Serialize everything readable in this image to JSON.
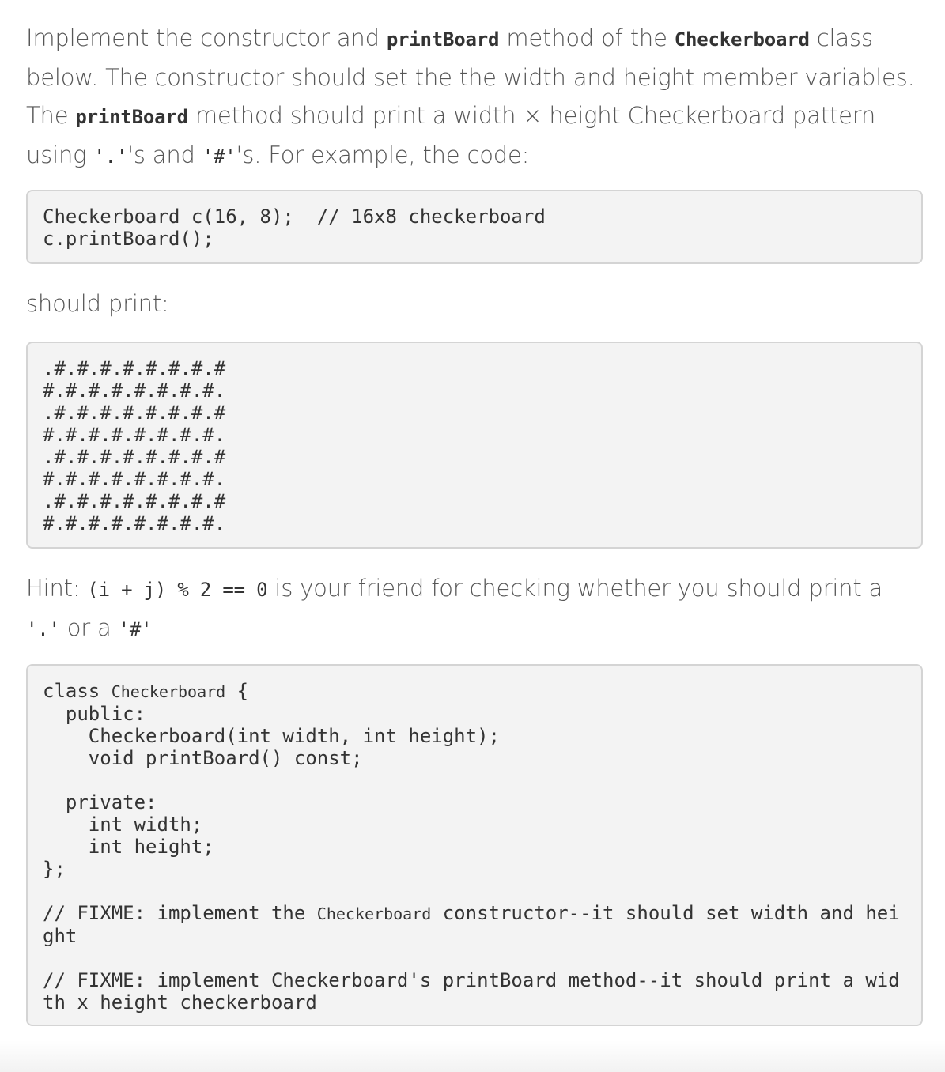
{
  "intro": {
    "t1": "Implement the constructor and ",
    "c1": "printBoard",
    "t2": " method of the ",
    "c2": "Checkerboard",
    "t3": " class below. The constructor should set the the width and height member variables. The ",
    "c3": "printBoard",
    "t4": " method should print a width × height Checkerboard pattern using ",
    "c4": "'.'",
    "t5": "'s and ",
    "c5": "'#'",
    "t6": "'s. For example, the code:"
  },
  "example_code": {
    "line1": "Checkerboard c(16, 8);  // 16x8 checkerboard",
    "line2": "c.printBoard();"
  },
  "should_print": "should print:",
  "output_lines": [
    ".#.#.#.#.#.#.#.#",
    "#.#.#.#.#.#.#.#.",
    ".#.#.#.#.#.#.#.#",
    "#.#.#.#.#.#.#.#.",
    ".#.#.#.#.#.#.#.#",
    "#.#.#.#.#.#.#.#.",
    ".#.#.#.#.#.#.#.#",
    "#.#.#.#.#.#.#.#."
  ],
  "hint": {
    "t1": "Hint: ",
    "c1": "(i + j) % 2 == 0",
    "t2": " is your friend for checking whether you should print a ",
    "c2": "'.'",
    "t3": " or a ",
    "c3": "'#'"
  },
  "class_code": {
    "l1a": "class ",
    "l1b": "Checkerboard",
    "l1c": " {",
    "l2": "  public:",
    "l3": "    Checkerboard(int width, int height);",
    "l4": "    void printBoard() const;",
    "l5": "",
    "l6": "  private:",
    "l7": "    int width;",
    "l8": "    int height;",
    "l9": "};",
    "l10": "",
    "l11a": "// FIXME: implement the ",
    "l11b": "Checkerboard",
    "l11c": " constructor--it should set width and height",
    "l12": "",
    "l13": "// FIXME: implement Checkerboard's printBoard method--it should print a width x height checkerboard"
  }
}
